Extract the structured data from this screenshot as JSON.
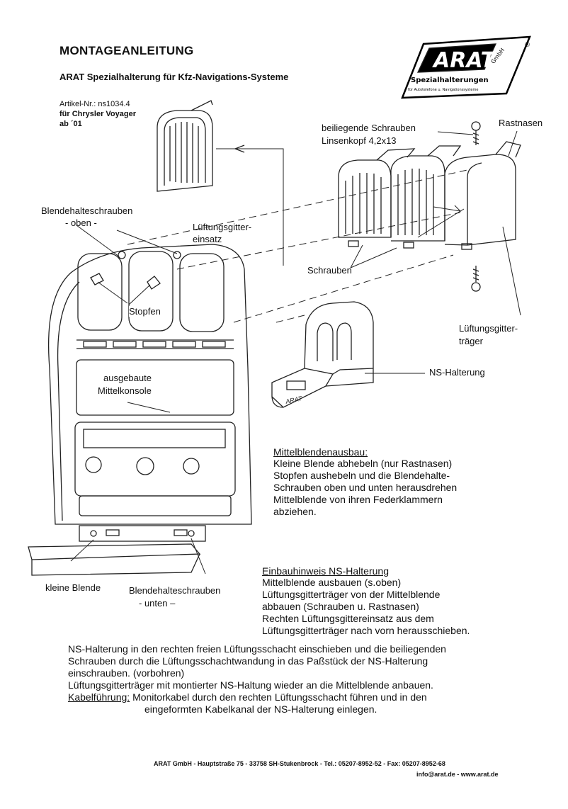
{
  "document": {
    "title": "MONTAGEANLEITUNG",
    "subtitle": "ARAT Spezialhalterung für Kfz-Navigations-Systeme",
    "article_no": "Artikel-Nr.: ns1034.4",
    "vehicle": "für Chrysler Voyager",
    "since": "ab ´01"
  },
  "logo": {
    "name": "ARAT",
    "tagline": "Spezialhalterungen",
    "subline": "für Autotelefone u. Navigationssysteme",
    "gmbh": "GmbH",
    "registered": "®"
  },
  "labels": {
    "blendehalteschrauben_oben_1": "Blendehalteschrauben",
    "blendehalteschrauben_oben_2": "- oben -",
    "lueftungsgittereinsatz_1": "Lüftungsgitter-",
    "lueftungsgittereinsatz_2": "einsatz",
    "beiliegende_schrauben_1": "beiliegende Schrauben",
    "beiliegende_schrauben_2": "Linsenkopf 4,2x13",
    "rastnasen": "Rastnasen",
    "schrauben": "Schrauben",
    "stopfen": "Stopfen",
    "lueftungsgittertraeger_1": "Lüftungsgitter-",
    "lueftungsgittertraeger_2": "träger",
    "ausgebaute_1": "ausgebaute",
    "ausgebaute_2": "Mittelkonsole",
    "ns_halterung": "NS-Halterung",
    "kleine_blende": "kleine Blende",
    "blendehalteschrauben_unten_1": "Blendehalteschrauben",
    "blendehalteschrauben_unten_2": "- unten –",
    "bracket_stamp": "ARAT"
  },
  "sections": {
    "mittelblendenausbau": {
      "title": "Mittelblendenausbau:",
      "lines": [
        "Kleine Blende abhebeln (nur Rastnasen)",
        "Stopfen aushebeln und die Blendehalte-",
        "Schrauben oben und unten herausdrehen",
        "Mittelblende von ihren Federklammern",
        "abziehen."
      ]
    },
    "einbauhinweis": {
      "title": "Einbauhinweis NS-Halterung",
      "lines": [
        "Mittelblende ausbauen (s.oben)",
        "Lüftungsgitterträger von der Mittelblende",
        "abbauen (Schrauben u. Rastnasen)",
        "Rechten Lüftungsgittereinsatz aus dem",
        "Lüftungsgitterträger nach vorn herausschieben."
      ]
    },
    "instructions": [
      "NS-Halterung in den rechten freien Lüftungsschacht einschieben und die beiliegenden",
      "Schrauben durch  die Lüftungsschachtwandung in das Paßstück der NS-Halterung",
      "einschrauben.  (vorbohren)",
      "Lüftungsgitterträger mit montierter NS-Haltung wieder an die Mittelblende anbauen."
    ],
    "kabelfuehrung": {
      "label": "Kabelführung:",
      "line1": " Monitorkabel durch den rechten Lüftungsschacht führen und in den",
      "line2": "eingeformten Kabelkanal der NS-Halterung einlegen."
    }
  },
  "footer": {
    "line1": "ARAT GmbH  -  Hauptstraße 75  -  33758 SH-Stukenbrock  -  Tel.: 05207-8952-52  -  Fax: 05207-8952-68",
    "line2": "info@arat.de  -  www.arat.de"
  }
}
